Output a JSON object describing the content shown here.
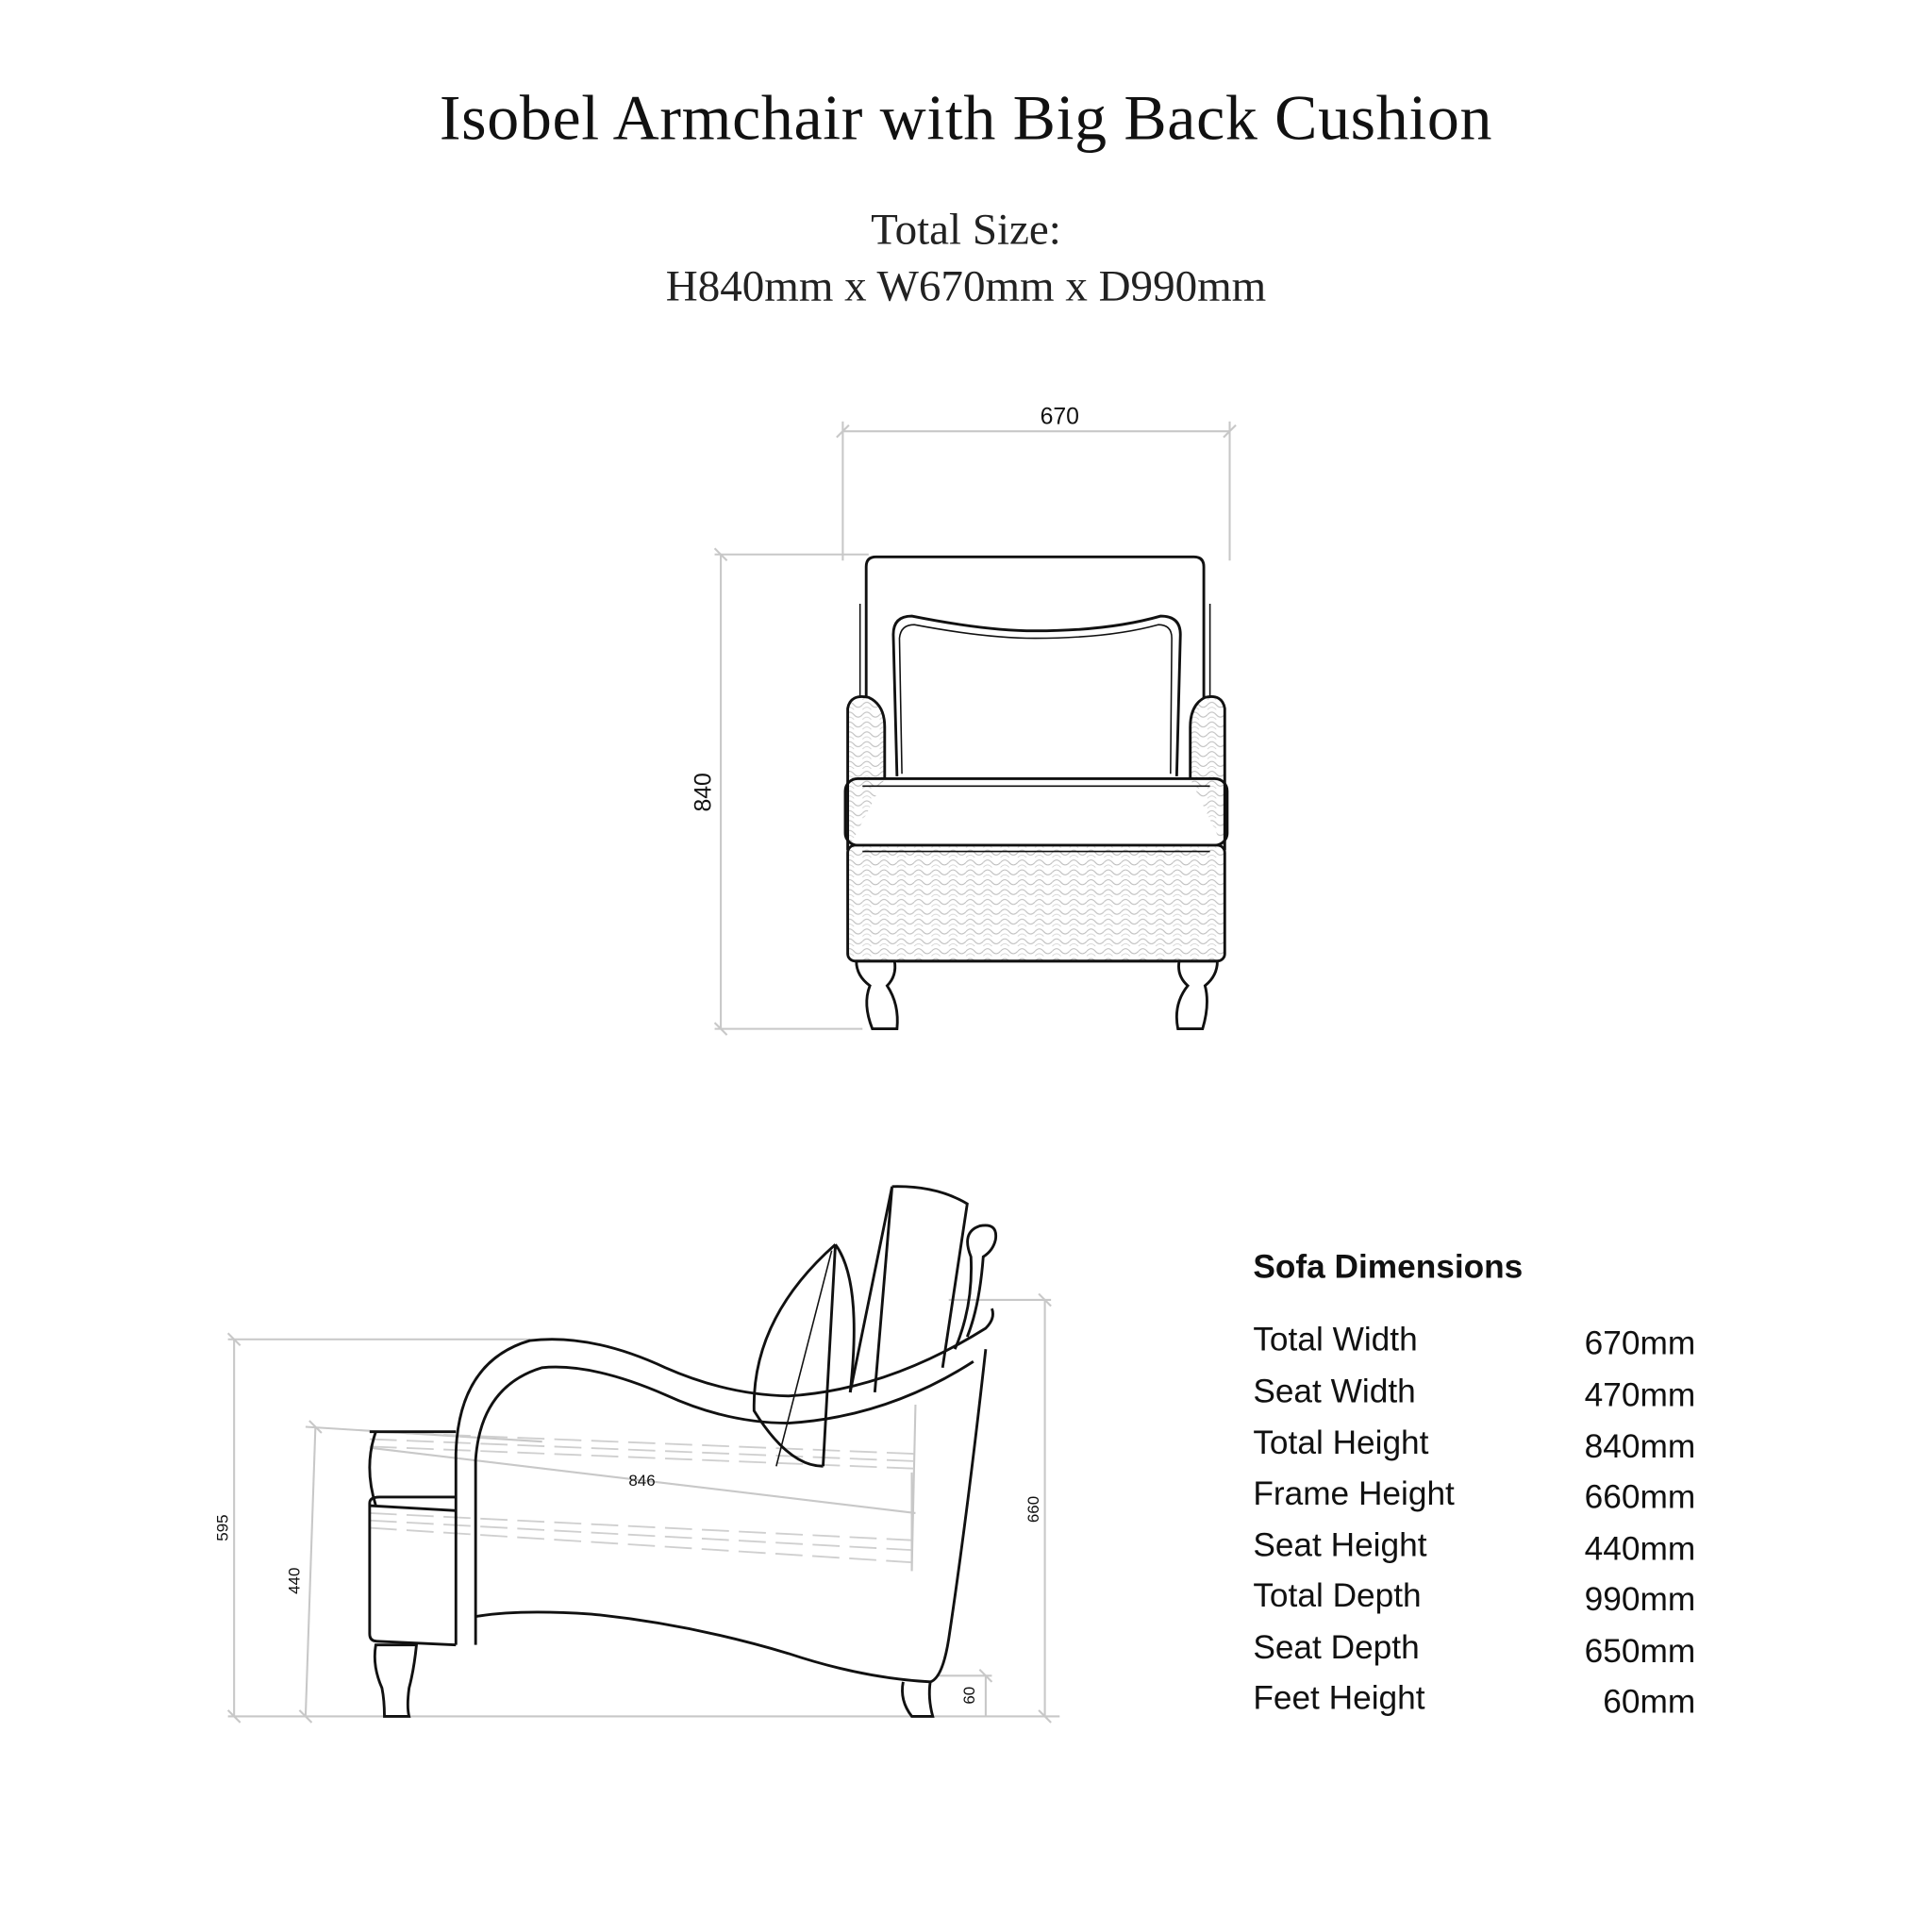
{
  "header": {
    "title": "Isobel Armchair with Big Back Cushion",
    "total_size_label": "Total Size:",
    "total_size_value": "H840mm x W670mm x D990mm"
  },
  "front_view": {
    "width_label": "670",
    "height_label": "840"
  },
  "side_view": {
    "overall_height_label": "595",
    "seat_height_label": "440",
    "seat_depth_label": "846",
    "frame_height_label": "660",
    "feet_height_label": "60"
  },
  "dimensions_table": {
    "heading": "Sofa Dimensions",
    "rows": [
      {
        "label": "Total Width",
        "value": "670mm"
      },
      {
        "label": "Seat Width",
        "value": "470mm"
      },
      {
        "label": "Total Height",
        "value": "840mm"
      },
      {
        "label": "Frame Height",
        "value": "660mm"
      },
      {
        "label": "Seat Height",
        "value": "440mm"
      },
      {
        "label": "Total Depth",
        "value": "990mm"
      },
      {
        "label": "Seat Depth",
        "value": "650mm"
      },
      {
        "label": "Feet Height",
        "value": "60mm"
      }
    ]
  }
}
